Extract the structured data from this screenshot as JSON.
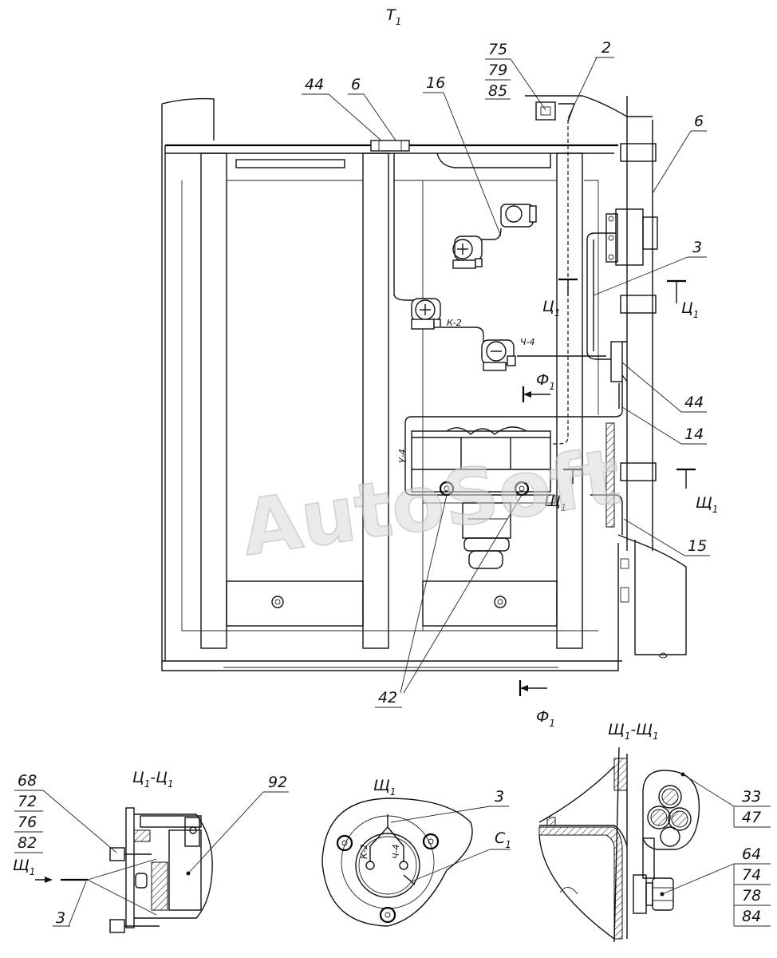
{
  "view_title": {
    "main": "Т",
    "sub": "1"
  },
  "callouts": {
    "c75": "75",
    "c79": "79",
    "c85": "85",
    "c2": "2",
    "c16": "16",
    "c44_top": "44",
    "c6_top": "6",
    "c6_right": "6",
    "c3": "3",
    "c44_right": "44",
    "c14": "14",
    "c15": "15",
    "c42": "42"
  },
  "section_marks": {
    "ts": {
      "main": "Ц",
      "sub": "1"
    },
    "shch": {
      "main": "Щ",
      "sub": "1"
    },
    "phi": {
      "main": "Ф",
      "sub": "1"
    }
  },
  "wire_labels": {
    "k2": "К-2",
    "ch4": "Ч-4",
    "u4": "У-4"
  },
  "watermark": "AutoSoft",
  "section_ts": {
    "title_main": "Ц",
    "title_sub": "1",
    "title_sep": "-",
    "title_main2": "Ц",
    "title_sub2": "1",
    "callouts_stack": [
      "68",
      "72",
      "76",
      "82"
    ],
    "c92": "92",
    "c3": "3",
    "arrow_label": {
      "main": "Щ",
      "sub": "1"
    }
  },
  "section_shch_view": {
    "title_main": "Щ",
    "title_sub": "1",
    "c3": "3",
    "c_c": {
      "main": "С",
      "sub": "1"
    },
    "wire_k2": "К-2",
    "wire_ch4": "Ч-4"
  },
  "section_shch_shch": {
    "title": "Щ1-Щ1",
    "title_main": "Щ",
    "title_sub": "1",
    "title_sep": "-",
    "title_main2": "Щ",
    "title_sub2": "1",
    "stack_a": [
      "33",
      "47"
    ],
    "stack_b": [
      "64",
      "74",
      "78",
      "84"
    ]
  }
}
